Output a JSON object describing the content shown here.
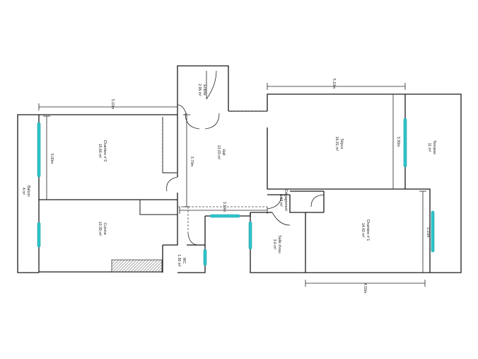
{
  "rooms": {
    "entree": {
      "name": "Entrée",
      "area": "2.96 m²"
    },
    "hall": {
      "name": "Hall",
      "area": "13.03 m²"
    },
    "sejour": {
      "name": "Séjour",
      "area": "16.91 m²"
    },
    "terrasse": {
      "name": "Terrasse",
      "area": "11 m²"
    },
    "chambre2": {
      "name": "Chambre n°2",
      "area": "15.66 m²"
    },
    "balcon": {
      "name": "Balcon",
      "area": "4 m²"
    },
    "cuisine": {
      "name": "Cuisine",
      "area": "10.39 m²"
    },
    "wc": {
      "name": "WC",
      "area": "1.36 m²"
    },
    "degagement": {
      "name": "Dégagement",
      "area": "1.68 m²"
    },
    "salle_deau": {
      "name": "Salle d'eau",
      "area": "3.6 m²"
    },
    "chambre1": {
      "name": "Chambre n°1",
      "area": "14.42 m²"
    }
  },
  "dimensions": {
    "top_left": "5.10m",
    "top_right": "5.10m",
    "chambre2_height": "5.00m",
    "hall_height": "3.70m",
    "sejour_height": "3.30m",
    "hall_width": "3.10m",
    "chambre1_height": "3.15m",
    "bottom_right": "4.50m"
  },
  "colors": {
    "window": "#2ec4cc",
    "wall": "#1a1a1a"
  }
}
